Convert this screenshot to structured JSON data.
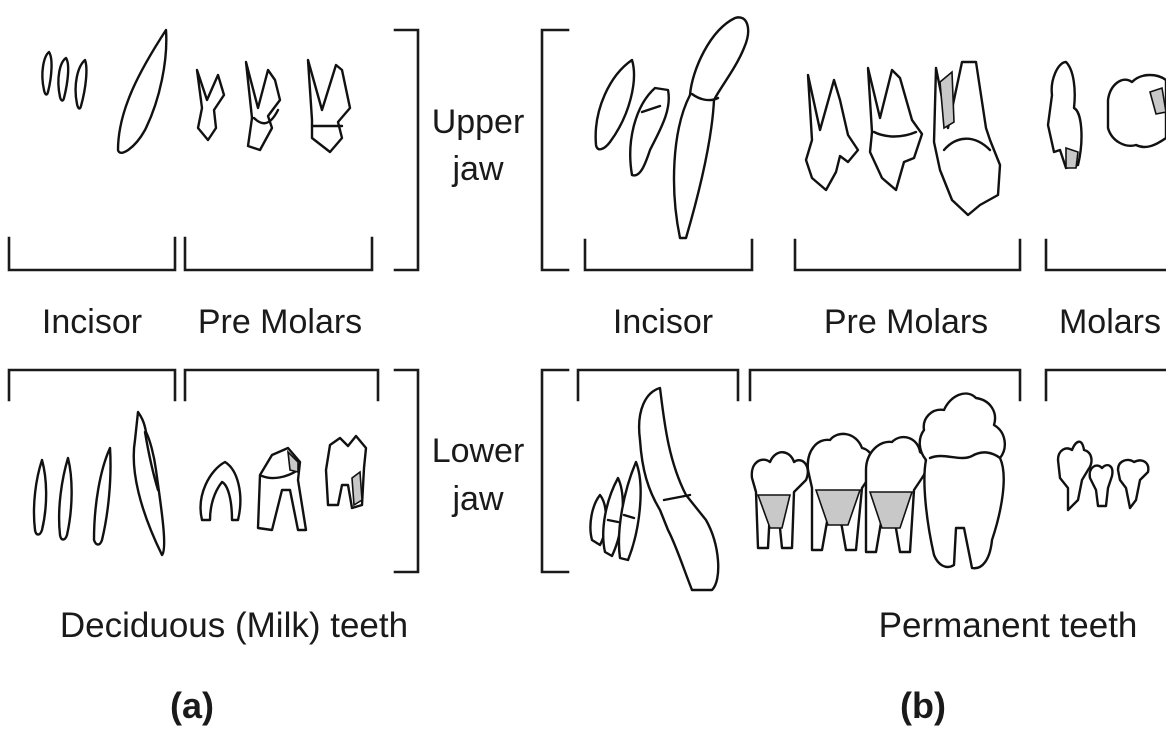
{
  "labels": {
    "upper_jaw_line1": "Upper",
    "upper_jaw_line2": "jaw",
    "lower_jaw_line1": "Lower",
    "lower_jaw_line2": "jaw",
    "left_incisor": "Incisor",
    "left_premolars": "Pre Molars",
    "right_incisor": "Incisor",
    "right_premolars": "Pre Molars",
    "right_molars": "Molars",
    "left_caption": "Deciduous (Milk) teeth",
    "right_caption": "Permanent teeth",
    "left_panel_letter": "(a)",
    "right_panel_letter": "(b)"
  },
  "colors": {
    "outline": "#111111",
    "shading": "#c8c8c8",
    "background": "#ffffff"
  }
}
